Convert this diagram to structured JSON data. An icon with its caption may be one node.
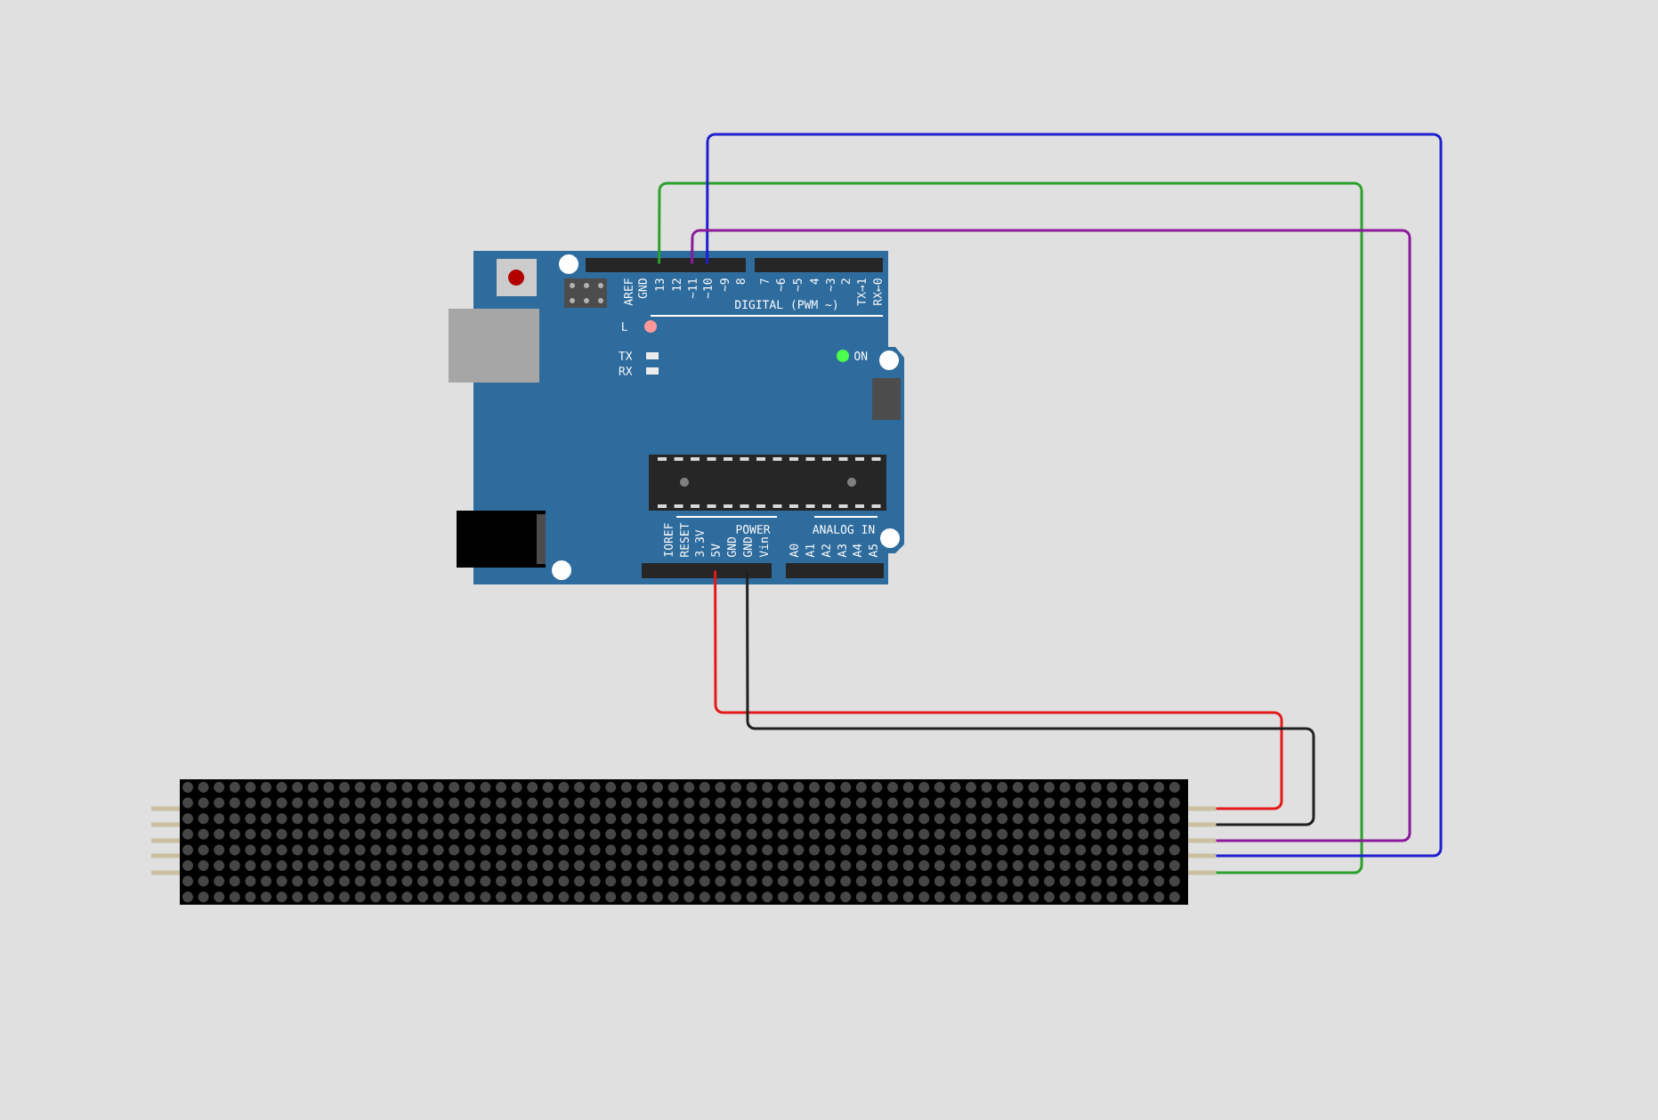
{
  "diagram": {
    "nodes": [
      {
        "text": [],
        "shape": "picture"
      },
      {
        "text": [],
        "shape": "picture"
      }
    ],
    "edges": [
      {
        "from": 0,
        "to": 1,
        "arrow": "none",
        "color": "#2ca02c"
      },
      {
        "from": 0,
        "to": 1,
        "arrow": "none",
        "color": "#1f1fd0"
      },
      {
        "from": 0,
        "to": 1,
        "arrow": "none",
        "color": "#8b1a9a"
      },
      {
        "from": 0,
        "to": 1,
        "arrow": "none",
        "color": "#e41a1a"
      },
      {
        "from": 0,
        "to": 1,
        "arrow": "none",
        "color": "#202020"
      }
    ],
    "labels": [
      "AREF",
      "GND",
      "13",
      "12",
      "~11",
      "~10",
      "~9",
      "8",
      "7",
      "~6",
      "~5",
      "4",
      "~3",
      "2",
      "TX→1",
      "RX←0",
      "DIGITAL (PWM ~)",
      "L",
      "TX",
      "RX",
      "ON",
      "IOREF",
      "RESET",
      "3.3V",
      "5V",
      "GND",
      "GND",
      "Vin",
      "POWER",
      "ANALOG IN",
      "A0",
      "A1",
      "A2",
      "A3",
      "A4",
      "A5"
    ]
  }
}
